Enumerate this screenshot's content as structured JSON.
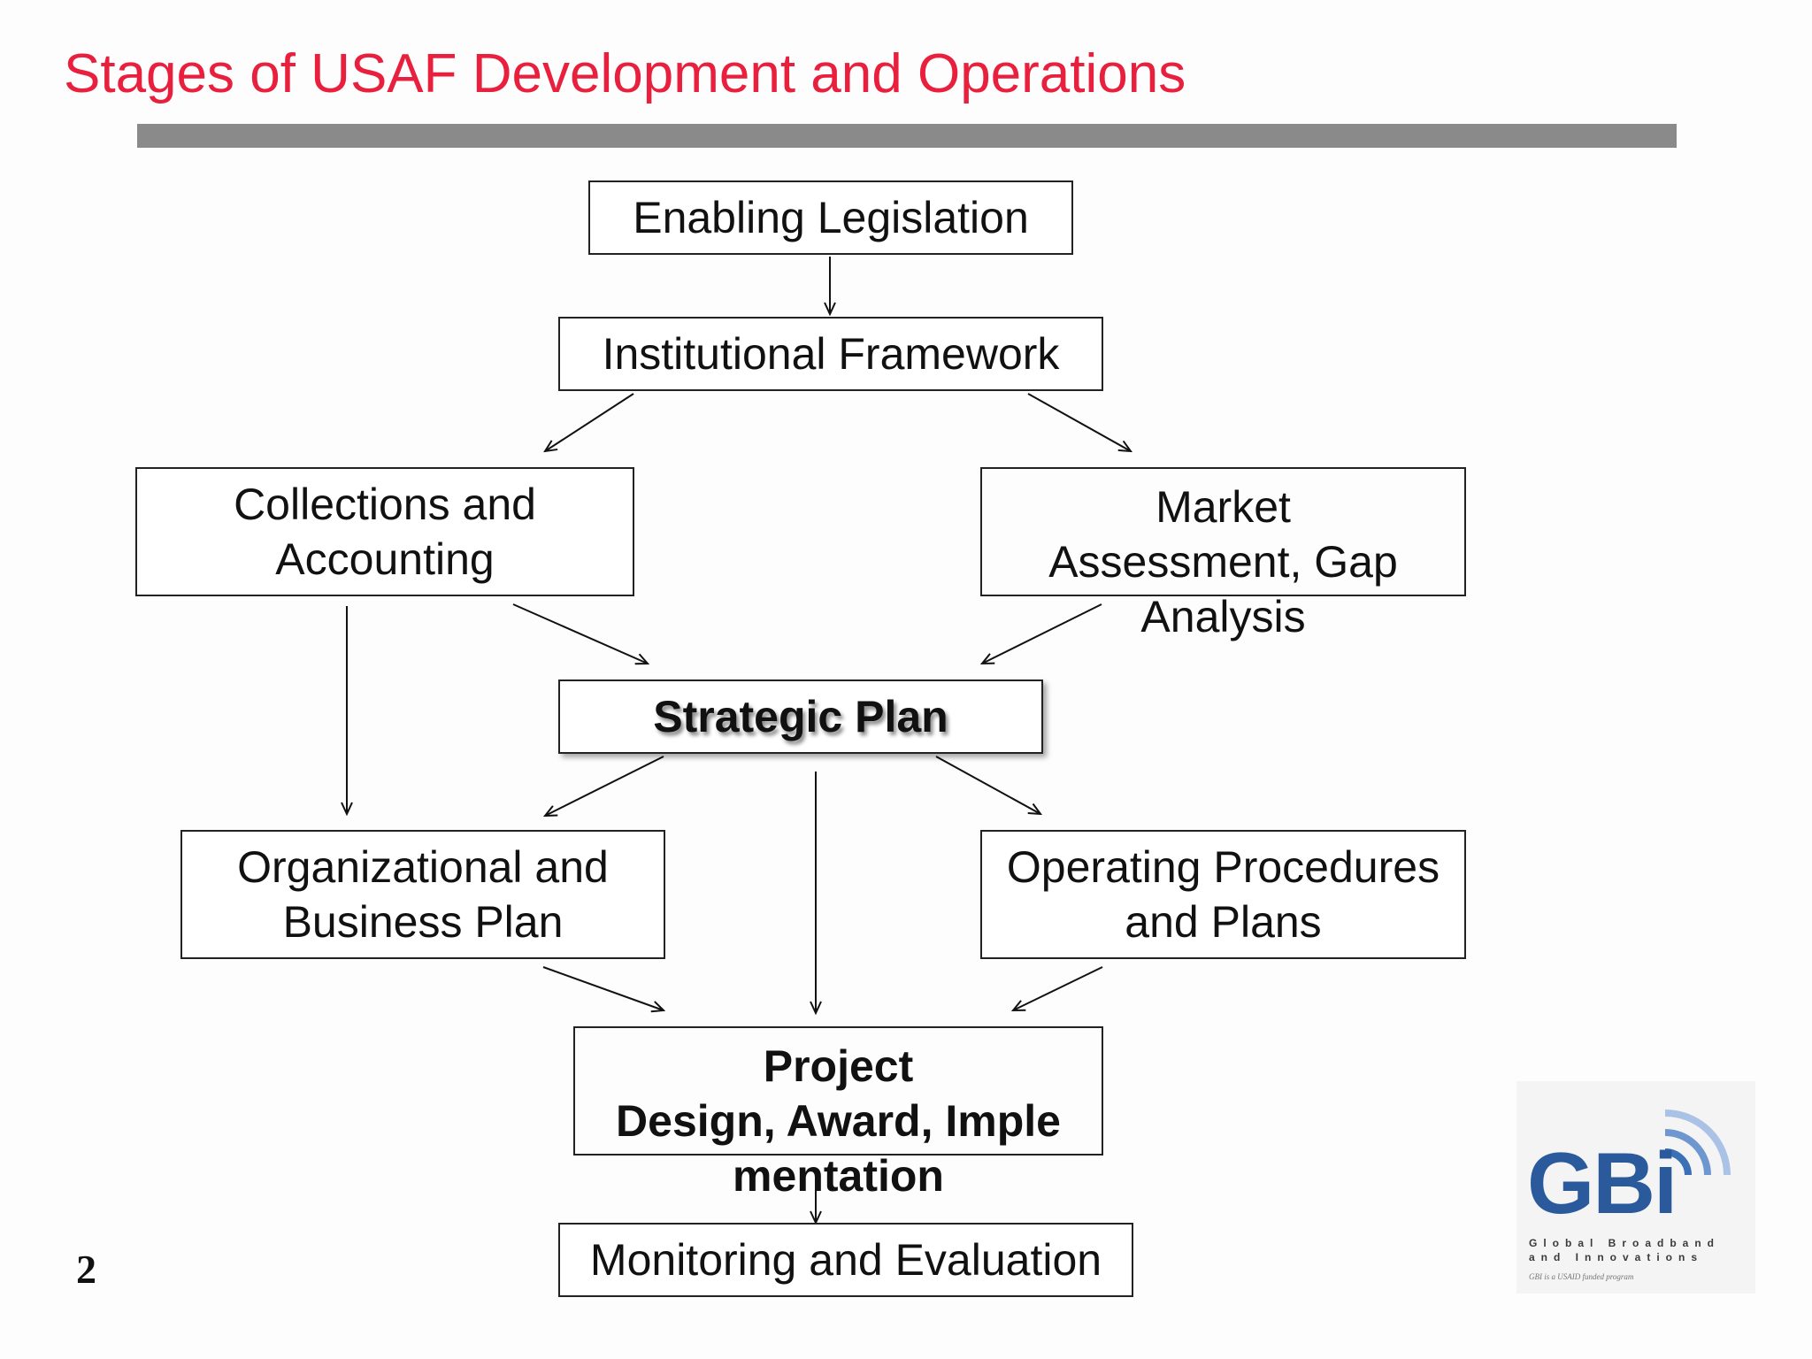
{
  "slide": {
    "title": "Stages of USAF Development and Operations",
    "page_number": "2"
  },
  "colors": {
    "title": "#e8203e",
    "rule": "#8a8a8a",
    "box_border": "#222222",
    "logo_blue": "#2a5a9c"
  },
  "diagram": {
    "nodes": {
      "enabling_legislation": {
        "lines": [
          "Enabling Legislation"
        ]
      },
      "institutional_framework": {
        "lines": [
          "Institutional Framework"
        ]
      },
      "collections_accounting": {
        "lines": [
          "Collections and",
          "Accounting"
        ]
      },
      "market_assessment": {
        "lines": [
          "Market",
          "Assessment, Gap",
          "Analysis"
        ]
      },
      "strategic_plan": {
        "lines": [
          "Strategic Plan"
        ]
      },
      "organizational_plan": {
        "lines": [
          "Organizational and",
          "Business Plan"
        ]
      },
      "operating_procedures": {
        "lines": [
          "Operating Procedures",
          "and Plans"
        ]
      },
      "project": {
        "lines": [
          "Project",
          "Design, Award, Imple",
          "mentation"
        ]
      },
      "monitoring": {
        "lines": [
          "Monitoring and Evaluation"
        ]
      }
    },
    "edges": [
      {
        "from": "enabling_legislation",
        "to": "institutional_framework"
      },
      {
        "from": "institutional_framework",
        "to": "collections_accounting"
      },
      {
        "from": "institutional_framework",
        "to": "market_assessment"
      },
      {
        "from": "collections_accounting",
        "to": "strategic_plan"
      },
      {
        "from": "market_assessment",
        "to": "strategic_plan"
      },
      {
        "from": "collections_accounting",
        "to": "organizational_plan"
      },
      {
        "from": "strategic_plan",
        "to": "organizational_plan"
      },
      {
        "from": "strategic_plan",
        "to": "project"
      },
      {
        "from": "strategic_plan",
        "to": "operating_procedures"
      },
      {
        "from": "organizational_plan",
        "to": "project"
      },
      {
        "from": "operating_procedures",
        "to": "project"
      },
      {
        "from": "project",
        "to": "monitoring"
      }
    ]
  },
  "logo": {
    "mark": "GBi",
    "tagline_1": "Global Broadband",
    "tagline_2": "and Innovations",
    "note": "GBI is a USAID funded program"
  }
}
